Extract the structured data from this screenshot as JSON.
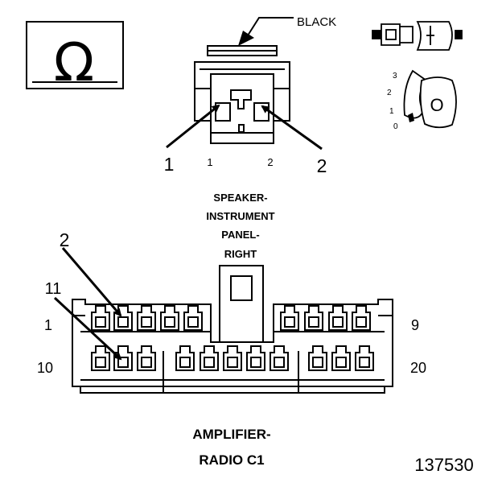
{
  "ohm_symbol": "Ω",
  "top_connector": {
    "color_label": "BLACK",
    "callout_1": "1",
    "callout_2": "2",
    "pin_1": "1",
    "pin_2": "2"
  },
  "key_switch": {
    "positions": [
      "3",
      "2",
      "1",
      "0"
    ],
    "key_letter": "O"
  },
  "speaker_label": [
    "SPEAKER-",
    "INSTRUMENT",
    "PANEL-",
    "RIGHT"
  ],
  "amplifier_connector": {
    "callout_2": "2",
    "callout_11": "11",
    "row1_left": "1",
    "row1_right": "9",
    "row2_left": "10",
    "row2_right": "20"
  },
  "amplifier_label": [
    "AMPLIFIER-",
    "RADIO C1"
  ],
  "figure_number": "137530"
}
